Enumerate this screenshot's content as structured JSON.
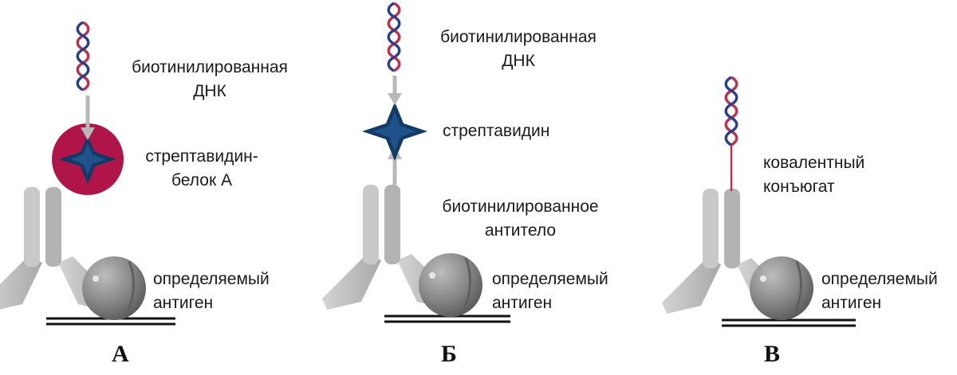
{
  "panels": [
    {
      "letter": "А",
      "dna_label": [
        "биотинилированная",
        "ДНК"
      ],
      "linker_label": [
        "стрептавидин-",
        "белок А"
      ],
      "antigen_label": [
        "определяемый",
        "антиген"
      ]
    },
    {
      "letter": "Б",
      "dna_label": [
        "биотинилированная",
        "ДНК"
      ],
      "linker_label": [
        "стрептавидин"
      ],
      "antibody_label": [
        "биотинилированное",
        "антитело"
      ],
      "antigen_label": [
        "определяемый",
        "антиген"
      ]
    },
    {
      "letter": "В",
      "linker_label": [
        "ковалентный",
        "конъюгат"
      ],
      "antigen_label": [
        "определяемый",
        "антиген"
      ]
    }
  ],
  "colors": {
    "dna_red": "#c0304a",
    "dna_blue": "#2a3f8a",
    "protein_a": "#b0154a",
    "streptavidin": "#123a66",
    "antibody": "#bdbdbd",
    "antigen": "#808080",
    "arrow": "#b8b8b8",
    "surface": "#111111"
  }
}
